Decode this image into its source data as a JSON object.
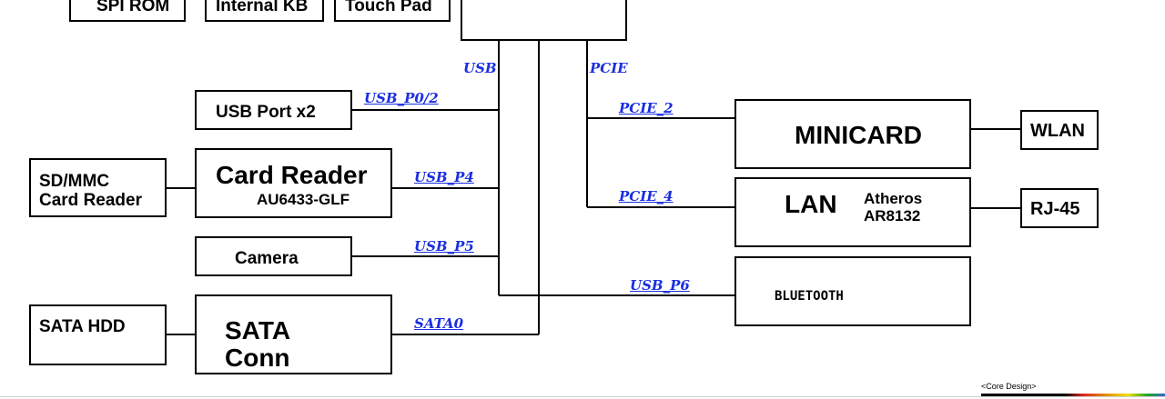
{
  "boxes": {
    "spi_rom": "SPI ROM",
    "internal_kb": "Internal KB",
    "touch_pad": "Touch Pad",
    "usb_port": "USB Port x2",
    "sd_mmc_line1": "SD/MMC",
    "sd_mmc_line2": "Card Reader",
    "card_reader": "Card Reader",
    "card_reader_chip": "AU6433-GLF",
    "camera": "Camera",
    "sata_hdd": "SATA HDD",
    "sata_conn_line1": "SATA",
    "sata_conn_line2": "Conn",
    "minicard": "MINICARD",
    "wlan": "WLAN",
    "lan": "LAN",
    "lan_chip_line1": "Atheros",
    "lan_chip_line2": "AR8132",
    "rj45": "RJ-45",
    "bluetooth": "BLUETOOTH"
  },
  "signals": {
    "usb": "USB",
    "pcie": "PCIE",
    "usb_p02": "USB_P0/2",
    "usb_p4": "USB_P4",
    "usb_p5": "USB_P5",
    "usb_p6": "USB_P6",
    "sata0": "SATA0",
    "pcie_2": "PCIE_2",
    "pcie_4": "PCIE_4"
  },
  "footer": {
    "label": "<Core Design>"
  },
  "colors": {
    "signal": "#1a2fe0",
    "line": "#000000"
  }
}
